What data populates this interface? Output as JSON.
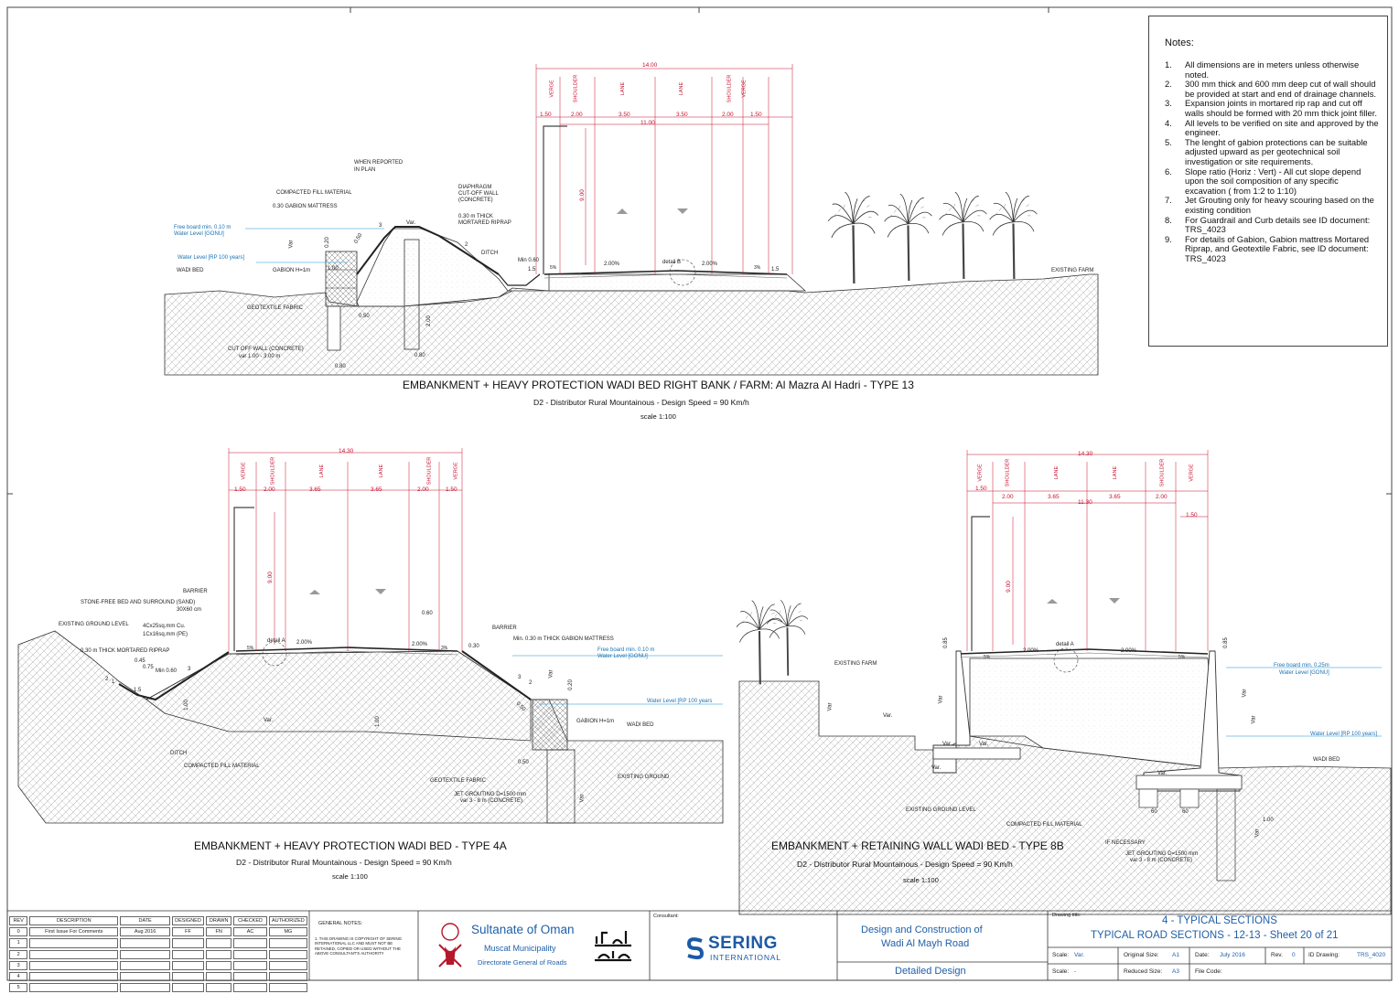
{
  "notes": {
    "heading": "Notes:",
    "items": [
      {
        "n": "1.",
        "text": "All dimensions are in meters unless otherwise noted."
      },
      {
        "n": "2.",
        "text": "300 mm thick and 600 mm deep cut of wall should be provided at start and end of drainage channels."
      },
      {
        "n": "3.",
        "text": "Expansion joints in mortared rip rap and cut off walls should be formed with 20 mm thick joint filler."
      },
      {
        "n": "4.",
        "text": "All levels to be verified on site and approved by the engineer."
      },
      {
        "n": "5.",
        "text": "The lenght of gabion protections can be suitable adjusted upward as per geotechnical soil investigation or site requirements."
      },
      {
        "n": "6.",
        "text": "Slope ratio (Horiz : Vert) - All cut slope depend upon the soil composition of any specific excavation ( from 1:2 to 1:10)"
      },
      {
        "n": "7.",
        "text": "Jet Grouting only for heavy scouring based on the existing condition"
      },
      {
        "n": "8.",
        "text": "For Guardrail and Curb details see ID document: TRS_4023"
      },
      {
        "n": "9.",
        "text": "For details of Gabion, Gabion mattress Mortared Riprap, and Geotextile Fabric, see ID document: TRS_4023"
      }
    ]
  },
  "sections": {
    "s13": {
      "title": "EMBANKMENT +  HEAVY  PROTECTION     WADI BED RIGHT BANK / FARM: Al Mazra Al Hadri - TYPE 13",
      "subtitle": "D2 - Distributor Rural Mountainous - Design Speed = 90 Km/h",
      "scale": "scale 1:100",
      "total_width": "14.00",
      "carriageway": "11.00",
      "dims": [
        "1.50",
        "2.00",
        "3.50",
        "3.50",
        "2.00",
        "1.50"
      ],
      "zones": [
        "VERGE",
        "SHOULDER",
        "LANE",
        "LANE",
        "SHOULDER",
        "VERGE"
      ],
      "pole_height": "9.00",
      "labels": {
        "when_reported": "WHEN REPORTED",
        "in_plan": "IN PLAN",
        "compacted_fill": "COMPACTED FILL MATERIAL",
        "gabion_mattress": "0.30 GABION MATTRESS",
        "free_board": "Free board min. 0.10 m",
        "water_gonu": "Water Level [GONU]",
        "water_rp": "Water Level [RP 100 years]",
        "wadi_bed": "WADI BED",
        "gabion": "GABION H=1m",
        "geotextile": "GEOTEXTILE FABRIC",
        "cutoff_wall": "CUT OFF WALL (CONCRETE)",
        "cutoff_var": "var 1.00 - 3.00 m",
        "diaphragm1": "DIAPHRAGM",
        "diaphragm2": "CUT-OFF WALL",
        "diaphragm3": "(CONCRETE)",
        "riprap1": "0.30 m THICK",
        "riprap2": "MORTARED RIPRAP",
        "ditch": "DITCH",
        "min": "Min 0.60",
        "detail": "detail B",
        "existing_farm": "EXISTING FARM",
        "slope_l": "2.00%",
        "slope_r": "2.00%",
        "v_020": "0.20",
        "v_050": "0.50",
        "v_100": "1.00",
        "v_050b": "0.50",
        "v_200": "2.00",
        "v_080": "0.80",
        "v_080b": "0.80",
        "var": "Var",
        "var2": "Var.",
        "ratio3": "3",
        "ratio2": "2",
        "ratio15": "1.5",
        "p5a": "5%",
        "p5b": "3%",
        "r15": "1.5"
      }
    },
    "s4a": {
      "title": "EMBANKMENT + HEAVY PROTECTION     WADI BED - TYPE 4A",
      "subtitle": "D2 - Distributor Rural Mountainous - Design Speed = 90 Km/h",
      "scale": "scale 1:100",
      "total_width": "14.30",
      "dims": [
        "1.50",
        "2.00",
        "3.65",
        "3.65",
        "2.00",
        "1.50"
      ],
      "zones": [
        "VERGE",
        "SHOULDER",
        "LANE",
        "LANE",
        "SHOULDER",
        "VERGE"
      ],
      "pole_height": "9.00",
      "labels": {
        "barrier": "BARRIER",
        "stone_free": "STONE-FREE BED AND SURROUND (SAND)",
        "stone_dim": "30X60 cm",
        "existing_ground_level": "EXISTING GROUND LEVEL",
        "cable1": "4Cx25sq.mm Cu.",
        "cable2": "1Cx16sq.mm (PE)",
        "riprap": "0.30 m THICK MORTARED RIPRAP",
        "v_045": "0.45",
        "v_075": "0.75",
        "min": "Min 0.60",
        "r15": "1.5",
        "detail": "detail A",
        "slope_l": "2.00%",
        "slope_r": "2.00%",
        "v_060": "0.60",
        "barrier2": "BARRIER",
        "gabion_mattress": "Min. 0.30 m THICK GABION MATTRESS",
        "free_board": "Free board min. 0.10 m",
        "water_gonu": "Water Level [GONU]",
        "water_rp": "Water Level [RP 100 years",
        "gabion": "GABION H=1m",
        "wadi_bed": "WADI BED",
        "ditch": "DITCH",
        "compacted": "COMPACTED FILL MATERIAL",
        "geotextile": "GEOTEXTILE FABRIC",
        "existing_ground": "EXISTING GROUND",
        "jet1": "JET GROUTING D=1500 mm",
        "jet2": "var 3 - 8 m  (CONCRETE)",
        "v_030": "0.30",
        "v_020": "0.20",
        "v_050": "0.50",
        "v_050b": "0.50",
        "v_100": "1.00",
        "v_100b": "1.00",
        "var": "Var",
        "var2": "Var.",
        "p5": "5%",
        "p5b": "3%",
        "ratio3": "3",
        "ratio2": "2",
        "ratio1": "1"
      }
    },
    "s8b": {
      "title": "EMBANKMENT + RETAINING WALL     WADI BED - TYPE 8B",
      "subtitle": "D2 - Distributor Rural Mountainous - Design Speed = 90 Km/h",
      "scale": "scale 1:100",
      "total_width": "14.30",
      "carriageway": "11.30",
      "dims": [
        "1.50",
        "2.00",
        "3.65",
        "3.65",
        "2.00",
        "1.50"
      ],
      "zones": [
        "VERGE",
        "SHOULDER",
        "LANE",
        "LANE",
        "SHOULDER",
        "VERGE"
      ],
      "pole_height": "9.00",
      "labels": {
        "existing_farm": "EXISTING FARM",
        "detail": "detail A",
        "slope_l": "2.00%",
        "slope_r": "2.00%",
        "free_board": "Free board min. 0.25m",
        "water_gonu": "Water Level [GONU]",
        "water_rp": "Water Level [RP 100 years]",
        "wadi_bed": "WADI BED",
        "existing_ground_level": "EXISTING GROUND LEVEL",
        "compacted": "COMPACTED FILL MATERIAL",
        "if_necessary": "IF NECESSARY",
        "jet1": "JET GROUTING D=1500 mm",
        "jet2": "var 3 - 8 m  (CONCRETE)",
        "v_085": "0.85",
        "v_085b": "0.85",
        "v_100": "1.00",
        "v_60a": "60",
        "v_60b": "60",
        "var": "Var",
        "var2": "Var.",
        "p5": "5%",
        "p5b": "5%"
      }
    }
  },
  "title_block": {
    "rev_headers": [
      "REV",
      "DESCRIPTION",
      "DATE",
      "DESIGNED",
      "DRAWN",
      "CHECKED",
      "AUTHORIZED"
    ],
    "rev_rows": [
      [
        "0",
        "First Issue For Comments",
        "Aug 2016",
        "FF",
        "FN",
        "AC",
        "MG"
      ],
      [
        "1",
        "",
        "",
        "",
        "",
        "",
        ""
      ],
      [
        "2",
        "",
        "",
        "",
        "",
        "",
        ""
      ],
      [
        "3",
        "",
        "",
        "",
        "",
        "",
        ""
      ],
      [
        "4",
        "",
        "",
        "",
        "",
        "",
        ""
      ],
      [
        "5",
        "",
        "",
        "",
        "",
        "",
        ""
      ]
    ],
    "general_notes_heading": "GENERAL NOTES:",
    "general_notes_text": "1.  THIS DRAWING IS COPYRIGHT OF SERING INTERNATIONAL LLC AND MUST NOT BE RETAINED, COPIED OR USED WITHOUT THE ABOVE CONSULTANT'S AUTHORITY",
    "client_name": "Sultanate of Oman",
    "client_sub1": "Muscat Municipality",
    "client_sub2": "Directorate General of Roads",
    "consultant_label": "Consultant:",
    "consultant_name": "SERING",
    "consultant_sub": "INTERNATIONAL",
    "project1": "Design and Construction of",
    "project2": "Wadi Al Mayh Road",
    "stage": "Detailed Design",
    "drawing_title_label": "Drawing title:",
    "drawing_title1": "4 - TYPICAL SECTIONS",
    "drawing_title2": "TYPICAL ROAD SECTIONS - 12-13 - Sheet 20 of 21",
    "scale_label": "Scale:",
    "scale_value": "Var.",
    "scale_label2": "Scale:",
    "scale_value2": "-",
    "orig_size_label": "Original Size:",
    "orig_size_value": "A1",
    "reduced_label": "Reduced Size:",
    "reduced_value": "A3",
    "date_label": "Date:",
    "date_value": "July 2016",
    "rev_label": "Rev.",
    "rev_value": "0",
    "id_label": "ID Drawing:",
    "id_value": "TRS_4020",
    "file_label": "File Code:",
    "file_value": ""
  },
  "colors": {
    "dim_red": "#c8102e",
    "water_blue": "#1a8fd0",
    "line": "#333333"
  }
}
